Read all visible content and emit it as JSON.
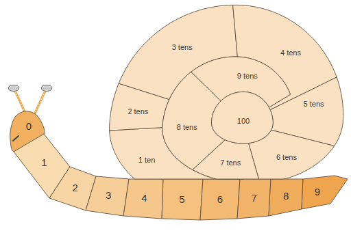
{
  "diagram": {
    "nodes": [
      {
        "text": [
          "0"
        ]
      },
      {
        "text": [
          "1"
        ]
      },
      {
        "text": [
          "2"
        ]
      },
      {
        "text": [
          "3"
        ]
      },
      {
        "text": [
          "4"
        ]
      },
      {
        "text": [
          "5"
        ]
      },
      {
        "text": [
          "6"
        ]
      },
      {
        "text": [
          "7"
        ]
      },
      {
        "text": [
          "8"
        ]
      },
      {
        "text": [
          "9"
        ]
      },
      {
        "text": [
          "1 ten"
        ]
      },
      {
        "text": [
          "2 tens"
        ]
      },
      {
        "text": [
          "3 tens"
        ]
      },
      {
        "text": [
          "4 tens"
        ]
      },
      {
        "text": [
          "5 tens"
        ]
      },
      {
        "text": [
          "6 tens"
        ]
      },
      {
        "text": [
          "7 tens"
        ]
      },
      {
        "text": [
          "8 tens"
        ]
      },
      {
        "text": [
          "9 tens"
        ]
      },
      {
        "text": [
          "100"
        ]
      }
    ]
  }
}
